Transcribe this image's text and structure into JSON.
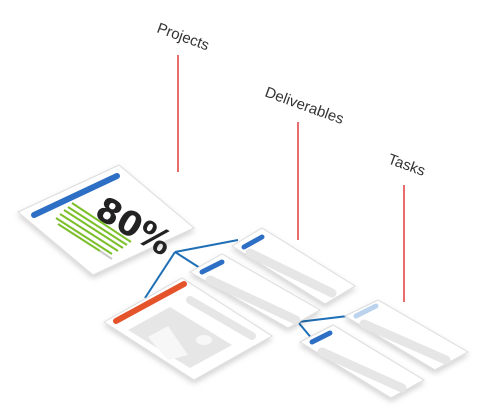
{
  "labels": {
    "projects": "Projects",
    "deliverables": "Deliverables",
    "tasks": "Tasks"
  },
  "project_card": {
    "percent_text": "80%",
    "progress": 0.8
  },
  "colors": {
    "leader_line": "#e03a3a",
    "connector": "#1e6fb5",
    "accent_blue": "#2e6fc6",
    "accent_orange": "#e5532a",
    "accent_light_blue": "#bcd3ee",
    "progress_green": "#7bbf2a",
    "progress_track": "#c8c8c8",
    "card_fill": "#ffffff",
    "card_edge": "#dcdcdc",
    "placeholder": "#e6e6e6"
  }
}
